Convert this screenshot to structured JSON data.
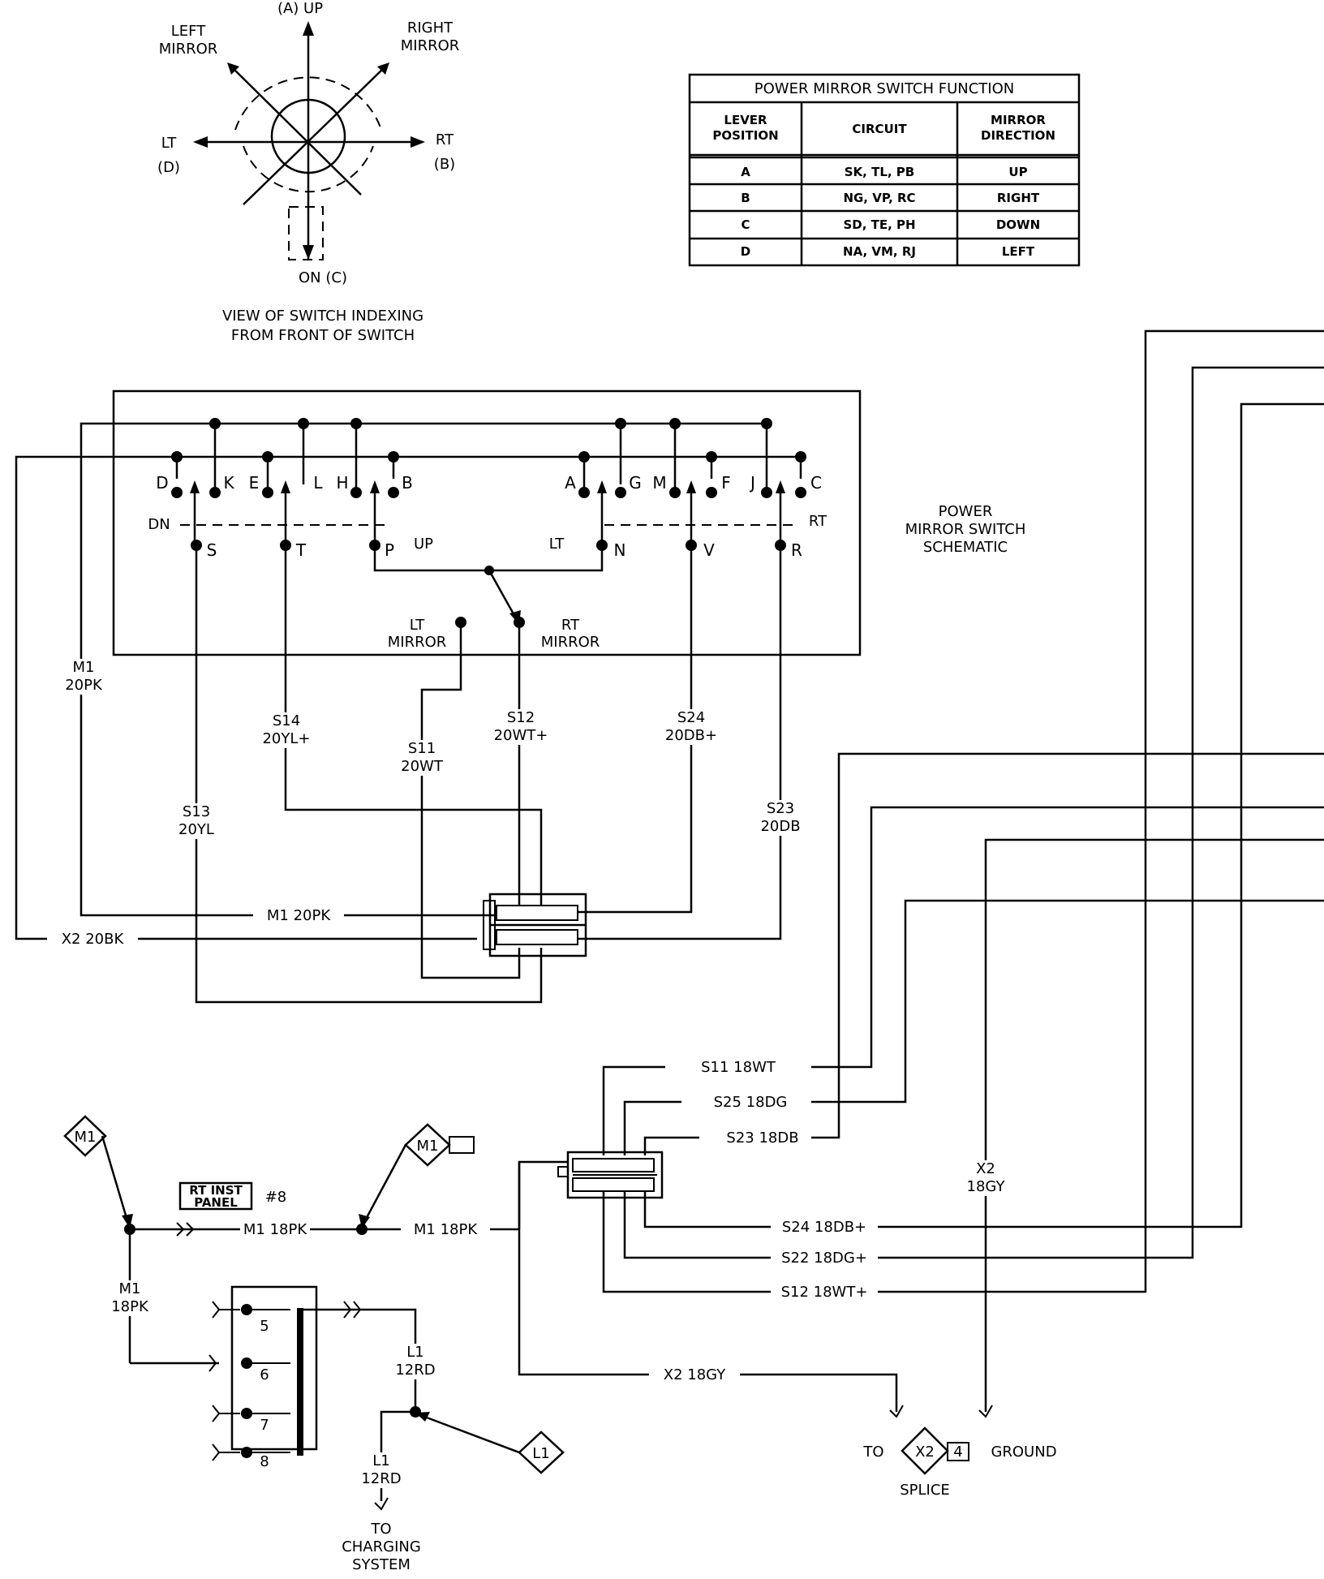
{
  "indexing": {
    "up": "(A) UP",
    "left_mirror": [
      "LEFT",
      "MIRROR"
    ],
    "right_mirror": [
      "RIGHT",
      "MIRROR"
    ],
    "lt": "LT",
    "lt_letter": "(D)",
    "rt": "RT",
    "rt_letter": "(B)",
    "on": "ON (C)",
    "caption": [
      "VIEW OF SWITCH INDEXING",
      "FROM FRONT OF SWITCH"
    ]
  },
  "function_table": {
    "title": "POWER MIRROR SWITCH FUNCTION",
    "headers": [
      [
        "LEVER",
        "POSITION"
      ],
      [
        "CIRCUIT"
      ],
      [
        "MIRROR",
        "DIRECTION"
      ]
    ],
    "rows": [
      [
        "A",
        "SK, TL, PB",
        "UP"
      ],
      [
        "B",
        "NG, VP, RC",
        "RIGHT"
      ],
      [
        "C",
        "SD, TE, PH",
        "DOWN"
      ],
      [
        "D",
        "NA, VM, RJ",
        "LEFT"
      ]
    ]
  },
  "schematic": {
    "title": [
      "POWER",
      "MIRROR SWITCH",
      "SCHEMATIC"
    ],
    "terminals_top": [
      "D",
      "K",
      "E",
      "L",
      "H",
      "B",
      "A",
      "G",
      "M",
      "F",
      "J",
      "C"
    ],
    "dn": "DN",
    "up": "UP",
    "lt": "LT",
    "rt": "RT",
    "terminals_bottom": [
      "S",
      "T",
      "P",
      "N",
      "V",
      "R"
    ],
    "lt_mirror": [
      "LT",
      "MIRROR"
    ],
    "rt_mirror": [
      "RT",
      "MIRROR"
    ]
  },
  "wires": {
    "m1_20pk_side": [
      "M1",
      "20PK"
    ],
    "s14": [
      "S14",
      "20YL+"
    ],
    "s11": [
      "S11",
      "20WT"
    ],
    "s12": [
      "S12",
      "20WT+"
    ],
    "s24": [
      "S24",
      "20DB+"
    ],
    "s13": [
      "S13",
      "20YL"
    ],
    "s23": [
      "S23",
      "20DB"
    ],
    "m1_20pk": "M1 20PK",
    "x2_20bk": "X2 20BK",
    "s11_18wt": "S11 18WT",
    "s25_18dg": "S25 18DG",
    "s23_18db": "S23 18DB",
    "s24_18db": "S24 18DB+",
    "s22_18dg": "S22 18DG+",
    "s12_18wt": "S12 18WT+",
    "x2_18gy_side": [
      "X2",
      "18GY"
    ],
    "x2_18gy": "X2 18GY",
    "m1_18pk_a": "M1 18PK",
    "m1_18pk_b": "M1 18PK",
    "m1_18pk_side": [
      "M1",
      "18PK"
    ],
    "l1_12rd_a": [
      "L1",
      "12RD"
    ],
    "l1_12rd_b": [
      "L1",
      "12RD"
    ]
  },
  "bottom_left": {
    "m1_badge": "M1",
    "m1_badge_2": "M1",
    "l1_badge": "L1",
    "rt_inst_panel": [
      "RT INST",
      "PANEL"
    ],
    "panel_pin": "#8",
    "fuse_numbers": [
      "5",
      "6",
      "7",
      "8"
    ],
    "to_charging": [
      "TO",
      "CHARGING",
      "SYSTEM"
    ]
  },
  "bottom_right": {
    "to": "TO",
    "x2_badge": "X2",
    "x2_pin": "4",
    "ground": "GROUND",
    "splice": "SPLICE"
  }
}
